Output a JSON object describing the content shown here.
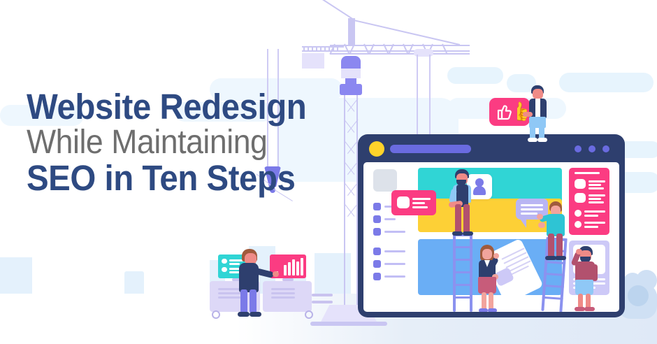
{
  "banner": {
    "headline": {
      "line1": "Website Redesign",
      "line2": "While Maintaining",
      "line3": "SEO in Ten Steps"
    },
    "colors": {
      "headline_primary": "#2e4a82",
      "headline_secondary": "#6e6e6e",
      "background": "#ffffff",
      "cloud": "#e7f4fd",
      "browser_frame": "#2e3f6e",
      "accent_pink": "#fb3c82",
      "accent_teal": "#30d5d5",
      "accent_yellow": "#fdd036",
      "accent_blue": "#6aaef5",
      "accent_purple": "#7b7ae8",
      "crane": "#c9c6f2"
    }
  },
  "illustration": {
    "name": "website-redesign-construction-illustration",
    "browser_window": {
      "name": "browser-mockup",
      "traffic_light_color": "#ffd32a",
      "address_bar_color": "#6a6be0",
      "window_dots_count": 3,
      "content_blocks": [
        {
          "name": "hero-block-teal",
          "color": "#30d5d5"
        },
        {
          "name": "band-block-yellow",
          "color": "#fdd036"
        },
        {
          "name": "body-block-blue",
          "color": "#6aaef5"
        },
        {
          "name": "sidebar-block-pink",
          "color": "#fb3c82"
        },
        {
          "name": "sidebar-block-lavender",
          "color": "#cdc9f7"
        },
        {
          "name": "placeholder-block-gray",
          "color": "#dde2ea"
        }
      ],
      "nav_groups": 2,
      "nav_items_per_group": 3
    },
    "crane": {
      "name": "construction-crane",
      "color": "#c9c6f2"
    },
    "characters": [
      {
        "name": "man-with-thumbs-up",
        "position": "top-right-on-browser-frame",
        "holding": "thumbs-up-icon"
      },
      {
        "name": "bearded-man-on-stepladder",
        "position": "center-top",
        "holding": "avatar-card"
      },
      {
        "name": "person-on-ladder-teal-top",
        "position": "center-right",
        "holding": "chat-bubble"
      },
      {
        "name": "woman-with-document",
        "position": "bottom-center",
        "holding": "document-card"
      },
      {
        "name": "bearded-man-standing",
        "position": "bottom-right",
        "holding": "none"
      },
      {
        "name": "man-at-monitors",
        "position": "bottom-left",
        "holding": "none"
      }
    ],
    "monitors": [
      {
        "name": "monitor-list-view",
        "color": "#30d5d5",
        "content": "list-rows"
      },
      {
        "name": "monitor-analytics",
        "color": "#fb3c82",
        "content": "bar-chart",
        "bars": [
          3,
          5,
          8,
          11,
          14,
          12,
          16,
          9
        ]
      }
    ]
  }
}
